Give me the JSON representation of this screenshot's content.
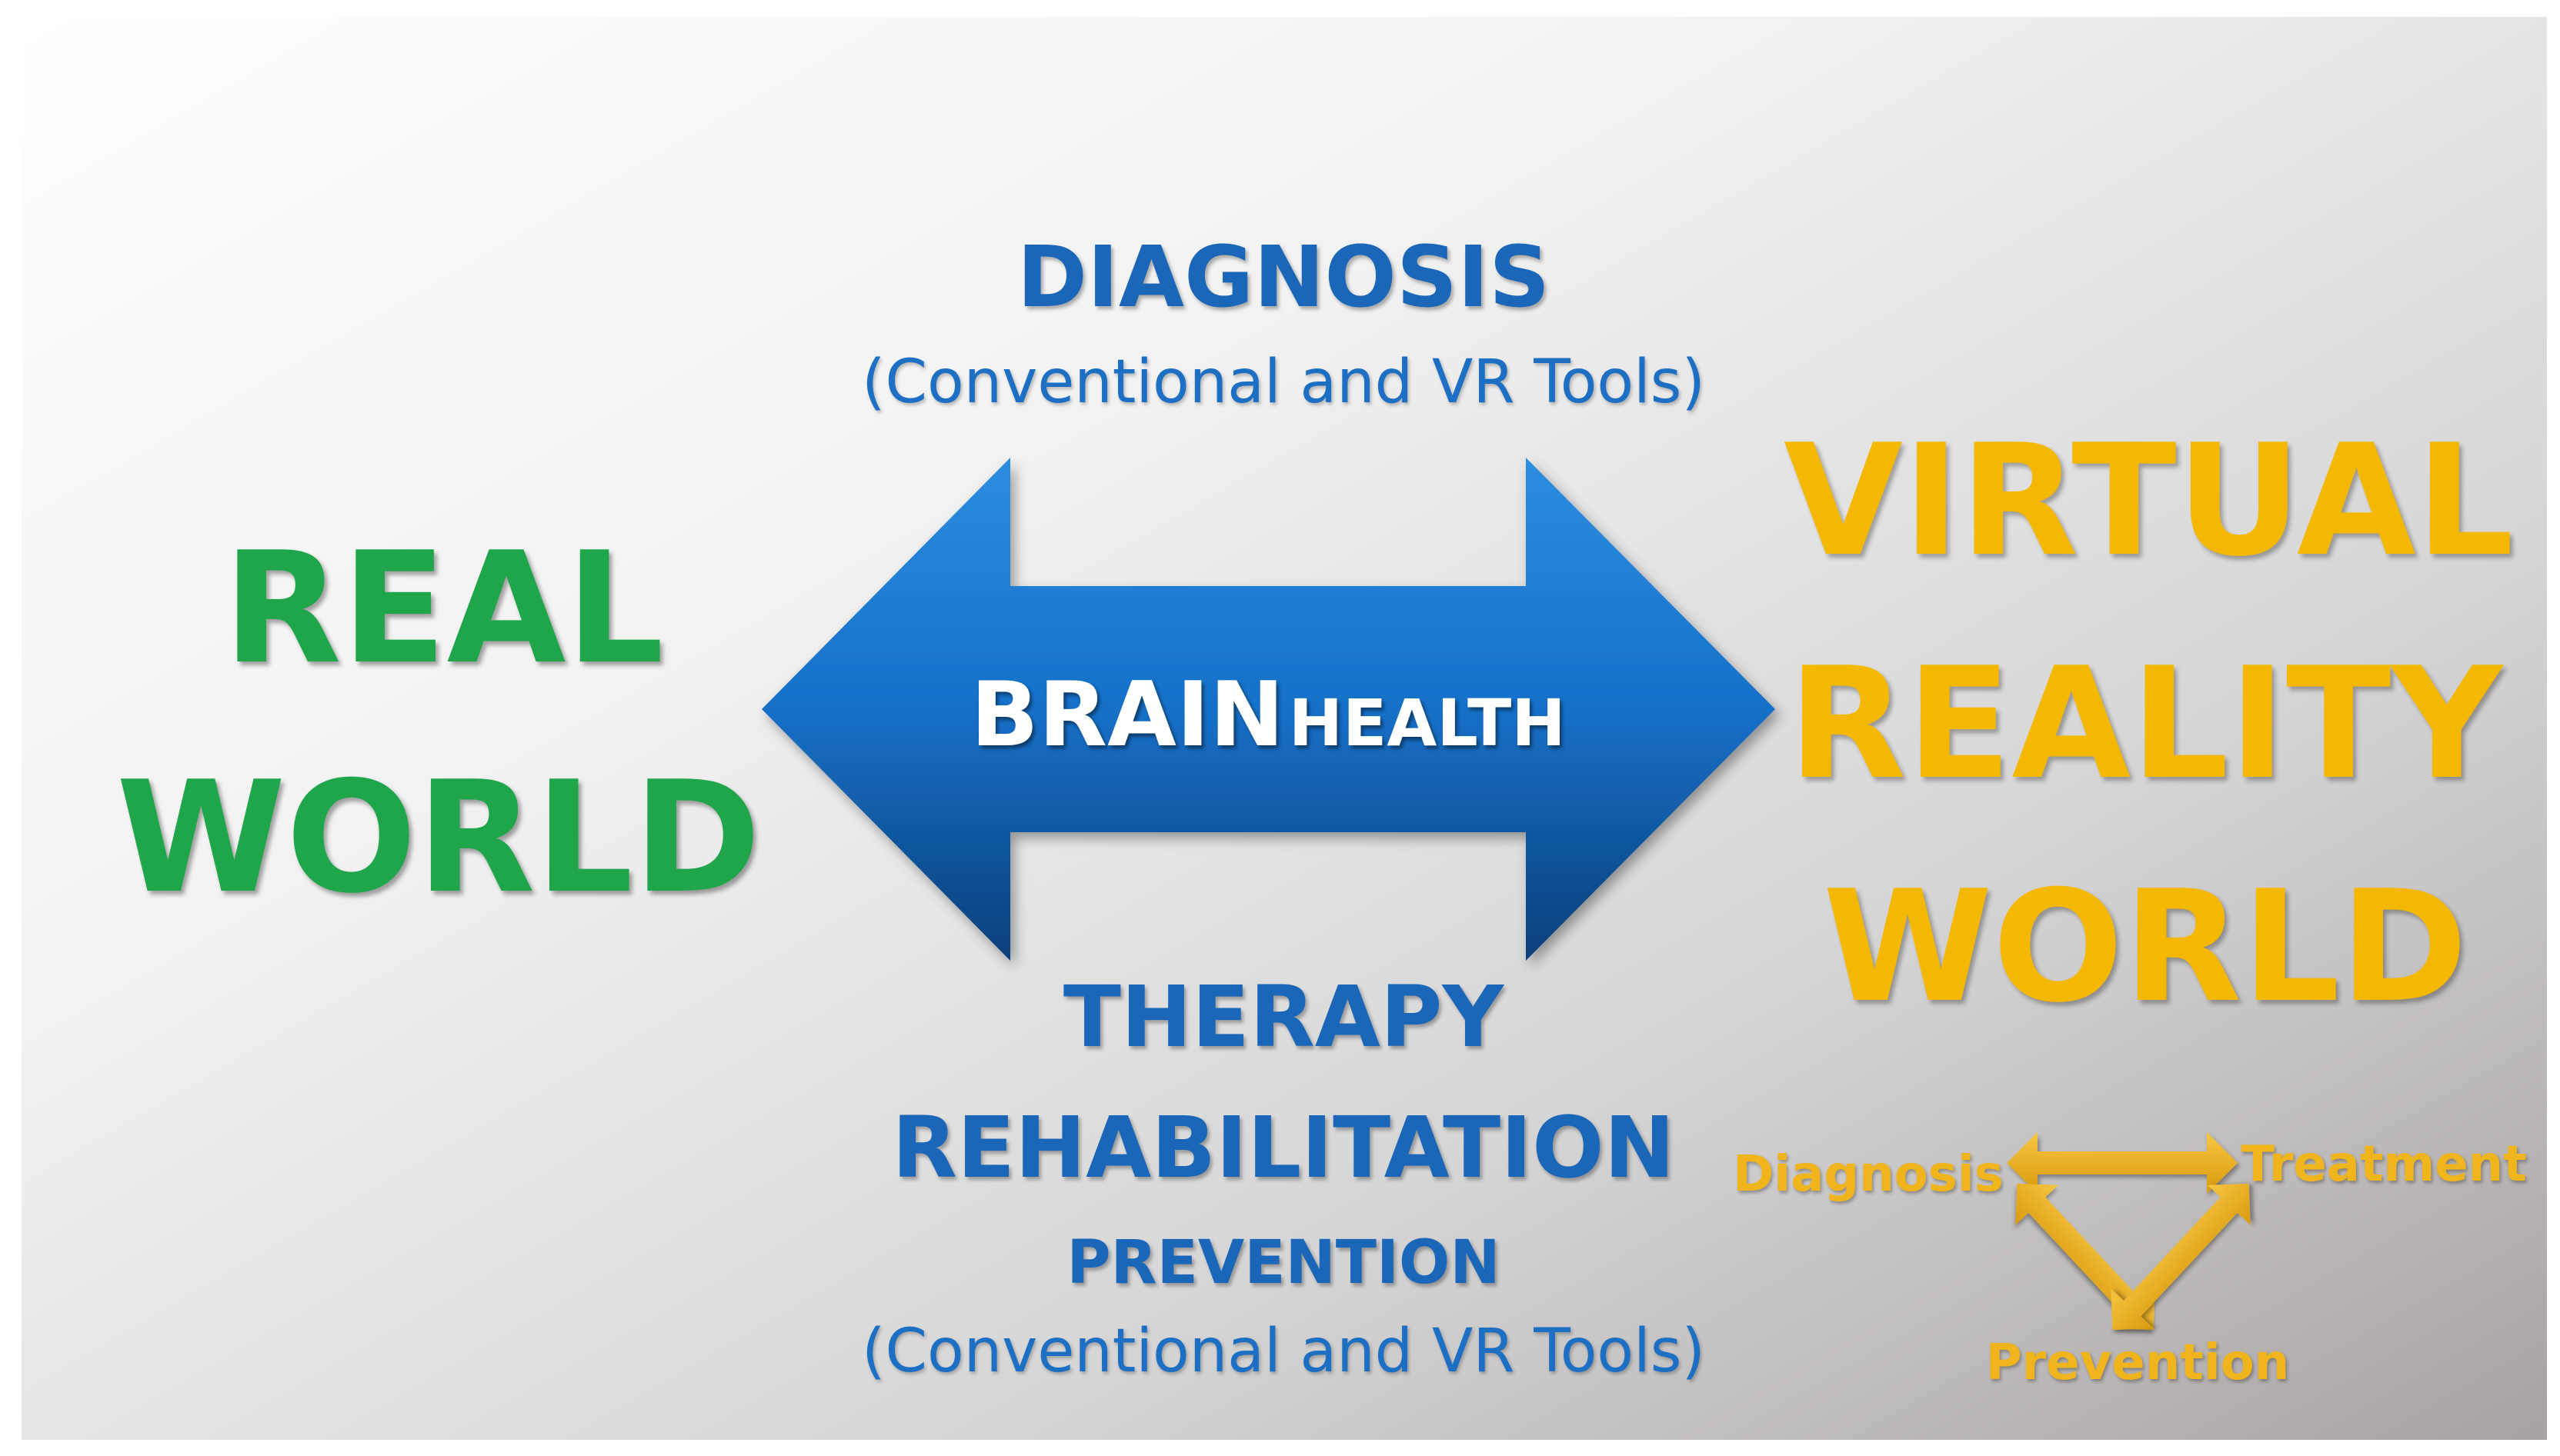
{
  "left_label": {
    "line1": "REAL",
    "line2": "WORLD"
  },
  "right_label": {
    "line1": "VIRTUAL",
    "line2": "REALITY",
    "line3": "WORLD"
  },
  "top_block": {
    "title": "DIAGNOSIS",
    "subtitle": "(Conventional and VR Tools)"
  },
  "center_arrow": {
    "label_main": "BRAIN",
    "label_secondary": "HEALTH"
  },
  "bottom_block": {
    "line1": "THERAPY",
    "line2": "REHABILITATION",
    "line3": "PREVENTION",
    "subtitle": "(Conventional and VR Tools)"
  },
  "cycle": {
    "diagnosis": "Diagnosis",
    "treatment": "Treatment",
    "prevention": "Prevention"
  },
  "colors": {
    "real_world": "#1fa64a",
    "virtual_world": "#f5b800",
    "arrow_blue": "#1570c8",
    "text_blue": "#1a66b8"
  }
}
